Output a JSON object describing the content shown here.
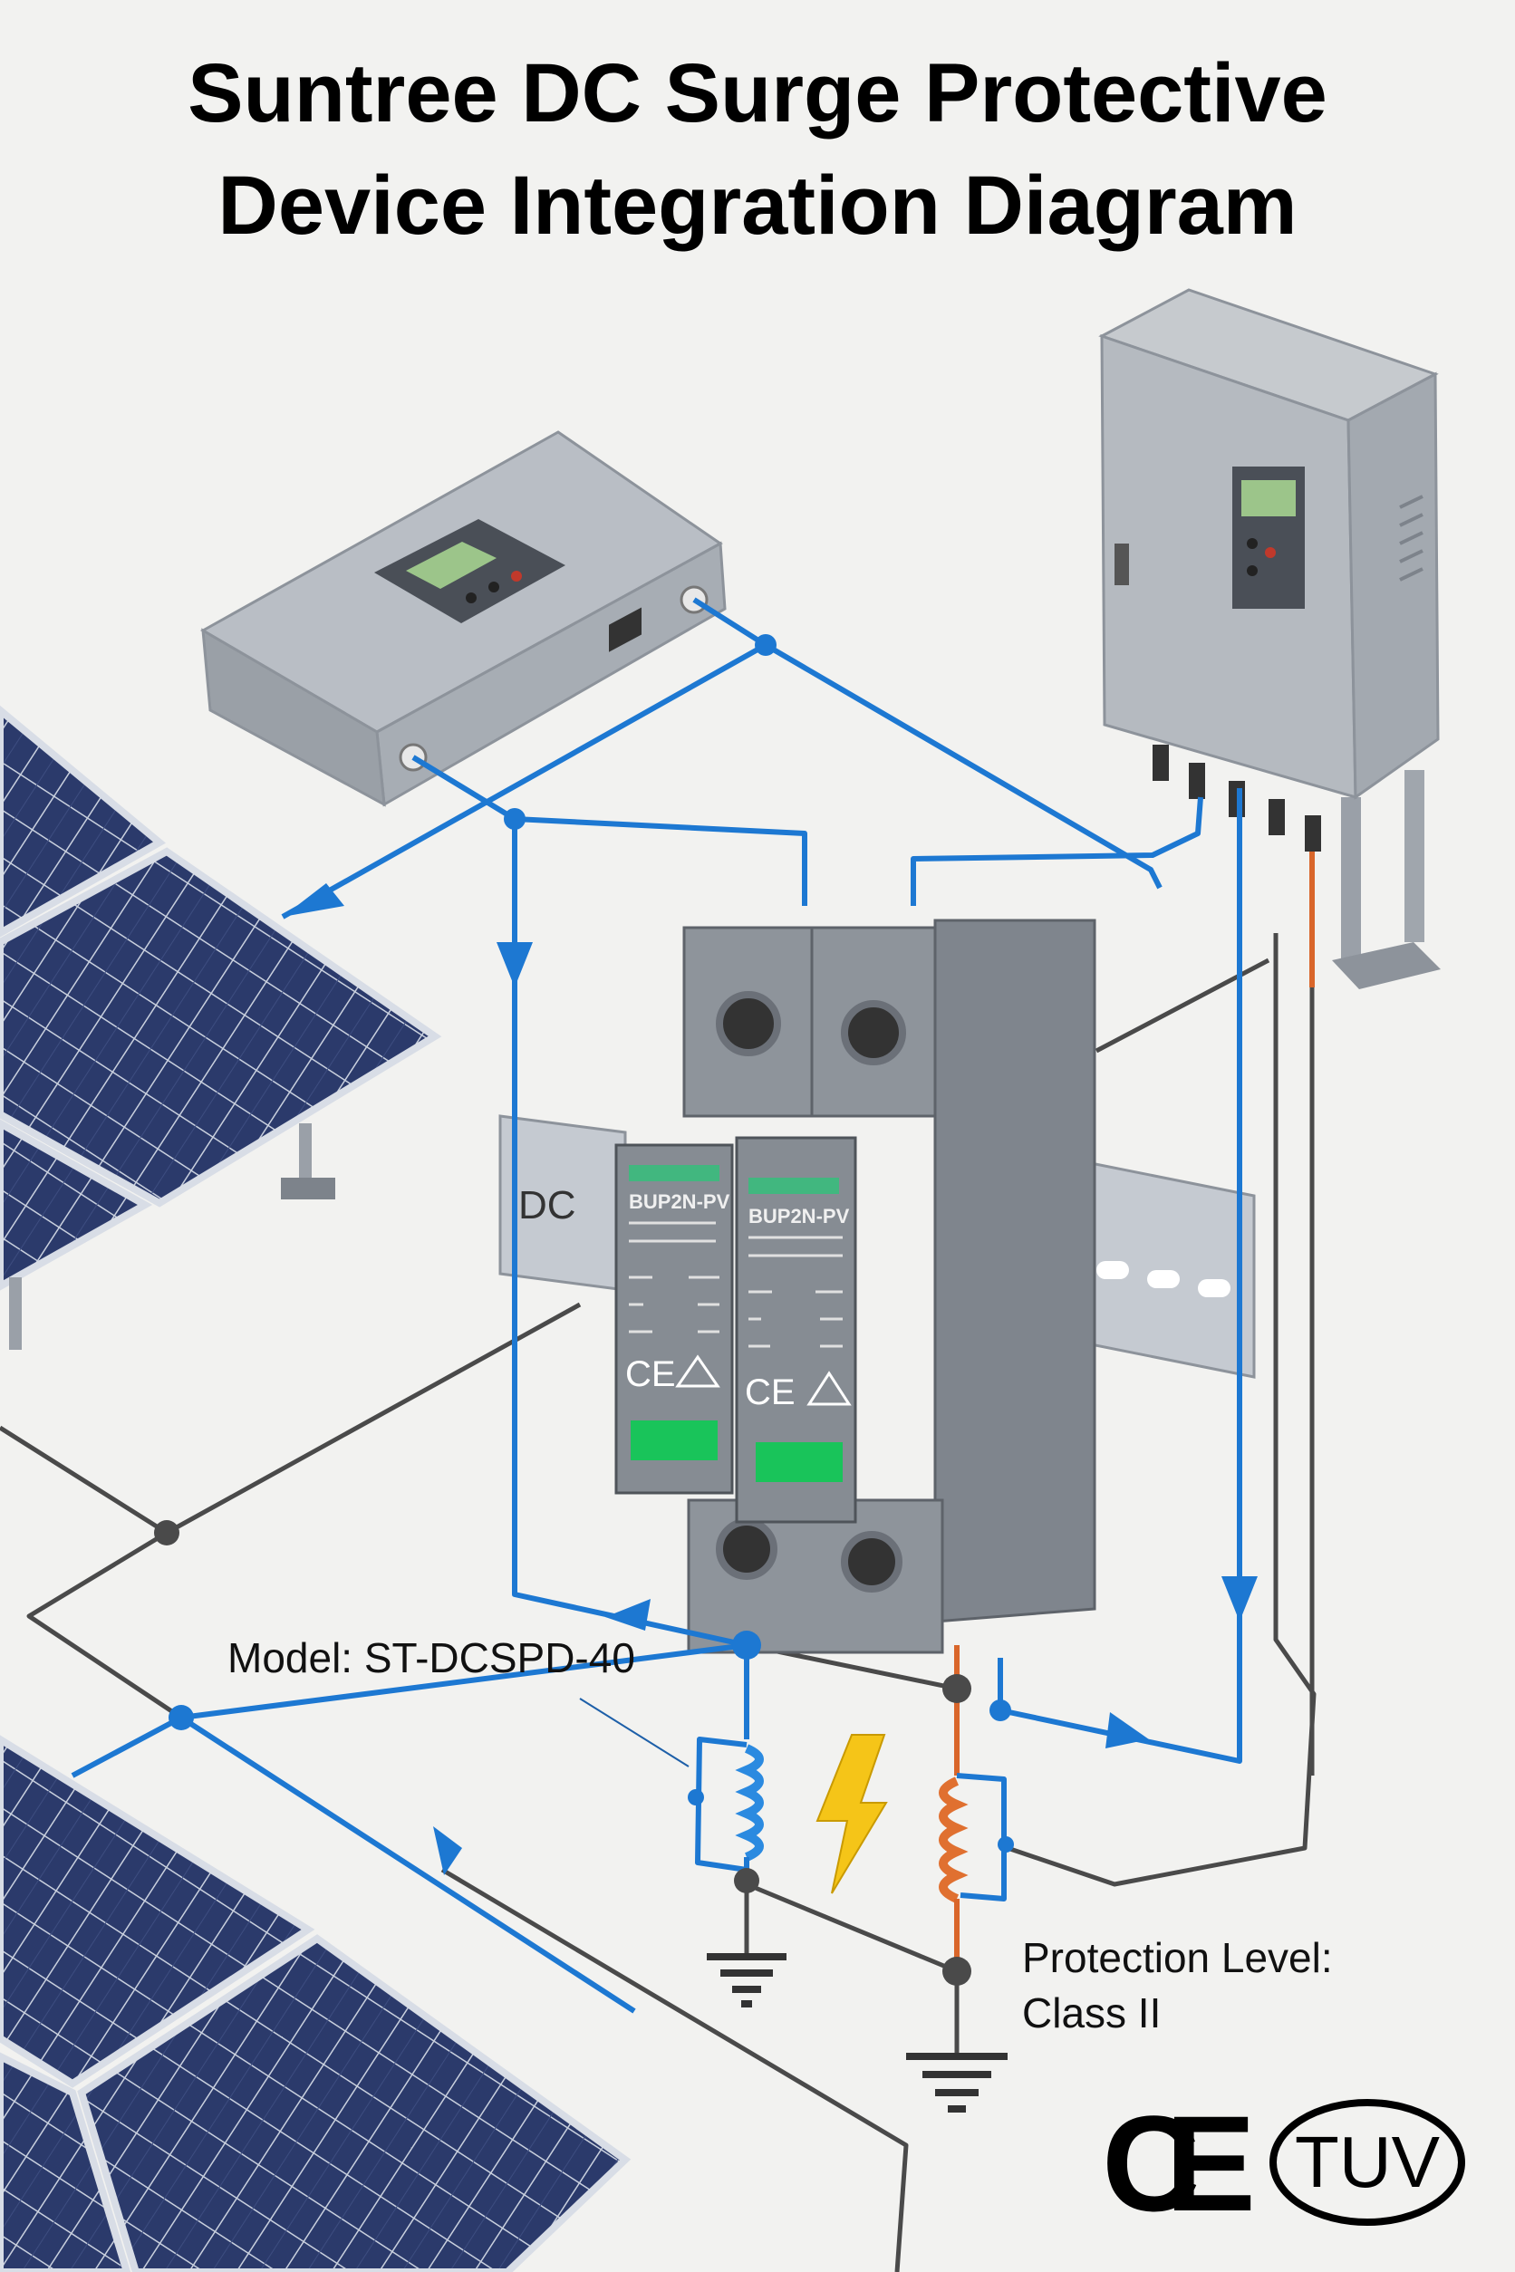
{
  "title": {
    "line1": "Suntree DC Surge Protective",
    "line2": "Device Integration Diagram"
  },
  "labels": {
    "model": "Model: ST-DCSPD-40",
    "protection_line1": "Protection Level:",
    "protection_line2": "Class II"
  },
  "spd": {
    "module_label": "BUP2N-PV",
    "module_ce": "CE"
  },
  "din_rail": {
    "marking": "DC"
  },
  "certifications": {
    "ce": "CE",
    "tuv": "TUV"
  },
  "colors": {
    "positive_wire": "#1d78d2",
    "ground_wire": "#4a4a4a",
    "negative_wire": "#d9662a",
    "lightning": "#f5c518",
    "indicator": "#19c45a"
  }
}
